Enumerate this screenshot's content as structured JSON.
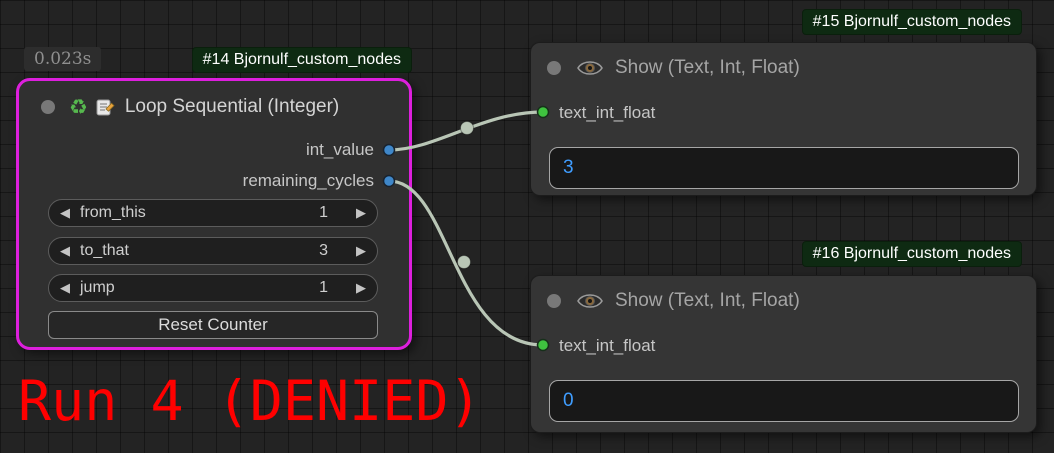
{
  "colors": {
    "node_accent_border": "#dd1fdd",
    "badge_background": "#0e2a12",
    "wire": "#b9c6b6",
    "slot_int": "#3f87c9",
    "slot_string": "#3fc23f",
    "value_text": "#3f9dff",
    "annotation_text": "#ff0000"
  },
  "icons": {
    "arrow_left": "◀",
    "arrow_right": "▶",
    "recycle": "♻"
  },
  "annotation": {
    "text": "Run 4 (DENIED)"
  },
  "loop_node": {
    "timer": "0.023s",
    "badge": "#14 Bjornulf_custom_nodes",
    "title": "Loop Sequential (Integer)",
    "outputs": [
      "int_value",
      "remaining_cycles"
    ],
    "widgets": [
      {
        "name": "from_this",
        "value": "1"
      },
      {
        "name": "to_that",
        "value": "3"
      },
      {
        "name": "jump",
        "value": "1"
      }
    ],
    "reset_button": "Reset Counter"
  },
  "show_node_15": {
    "badge": "#15 Bjornulf_custom_nodes",
    "title": "Show (Text, Int, Float)",
    "input_label": "text_int_float",
    "value": "3"
  },
  "show_node_16": {
    "badge": "#16 Bjornulf_custom_nodes",
    "title": "Show (Text, Int, Float)",
    "input_label": "text_int_float",
    "value": "0"
  }
}
